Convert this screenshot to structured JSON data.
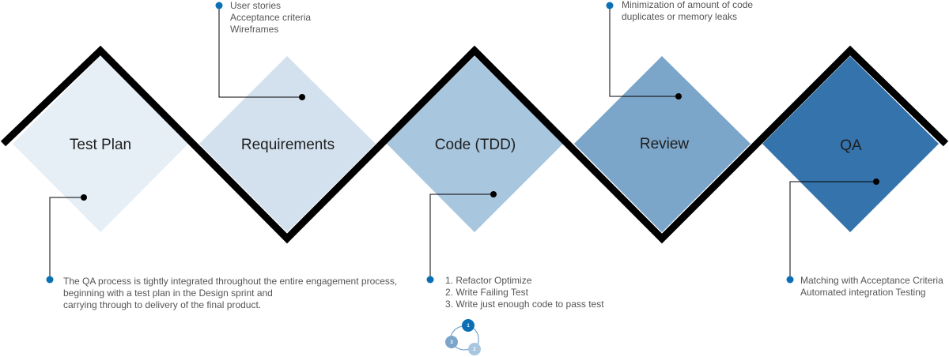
{
  "colors": {
    "stroke": "#000000",
    "dot": "#0a6fb4",
    "stage1": "#e6eef6",
    "stage2": "#d3e1ee",
    "stage3": "#a8c6de",
    "stage4": "#7ba6ca",
    "stage5": "#3573ac"
  },
  "stages": [
    {
      "title": "Test Plan"
    },
    {
      "title": "Requirements"
    },
    {
      "title": "Code (TDD)"
    },
    {
      "title": "Review"
    },
    {
      "title": "QA"
    }
  ],
  "notes": {
    "test_plan": [
      "The QA process is tightly integrated throughout the entire engagement process,",
      "beginning with a test plan in the Design sprint and",
      "carrying through to delivery of the final product."
    ],
    "requirements": [
      "User stories",
      "Acceptance criteria",
      "Wireframes"
    ],
    "code": [
      "1. Refactor Optimize",
      "2. Write Failing Test",
      "3. Write just enough code to pass test"
    ],
    "review": [
      "Minimization of amount of code",
      "duplicates or memory leaks"
    ],
    "qa": [
      "Matching with Acceptance Criteria",
      "Automated integration Testing"
    ]
  },
  "cycle": {
    "steps": [
      "1",
      "2",
      "3"
    ]
  }
}
